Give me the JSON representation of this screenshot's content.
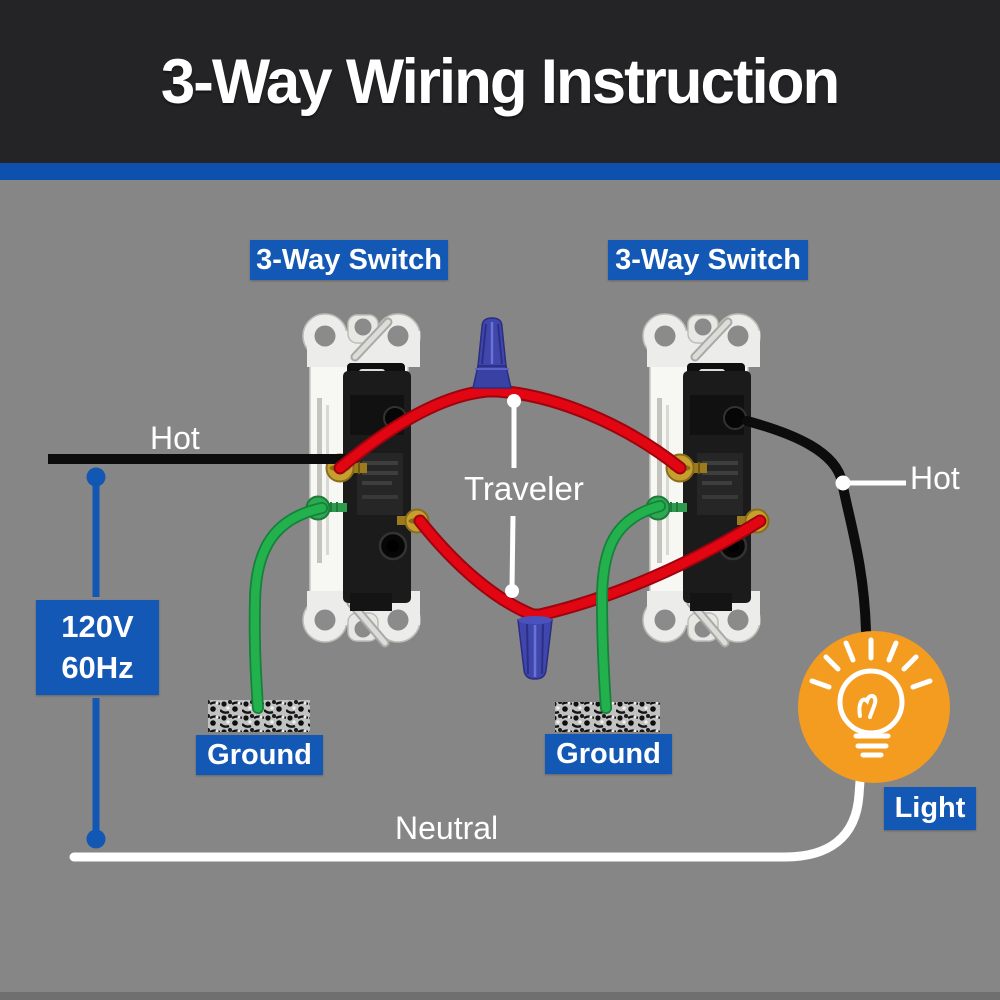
{
  "header": {
    "title": "3-Way Wiring Instruction"
  },
  "labels": {
    "switch_left": "3-Way Switch",
    "switch_right": "3-Way Switch",
    "hot_left": "Hot",
    "hot_right": "Hot",
    "traveler": "Traveler",
    "voltage_line1": "120V",
    "voltage_line2": "60Hz",
    "ground_left": "Ground",
    "ground_right": "Ground",
    "neutral": "Neutral",
    "light": "Light"
  },
  "icons": {
    "light": "light-bulb-icon",
    "wire_nut_top": "wire-nut-icon",
    "wire_nut_bottom": "wire-nut-icon",
    "switch_left": "toggle-switch-rear-photo",
    "switch_right": "toggle-switch-rear-photo",
    "ground_left": "ground-texture-symbol",
    "ground_right": "ground-texture-symbol"
  },
  "colors": {
    "background": "#868686",
    "header_bg": "#242426",
    "stripe_blue": "#0e50ae",
    "accent_blue": "#1358b4",
    "wire_red": "#e20613",
    "wire_green": "#22b14c",
    "wire_black": "#0c0c0c",
    "wire_white": "#ffffff",
    "light_orange": "#f39c1f",
    "wire_nut_blue": "#3f46ac",
    "label_text": "#ffffff"
  }
}
